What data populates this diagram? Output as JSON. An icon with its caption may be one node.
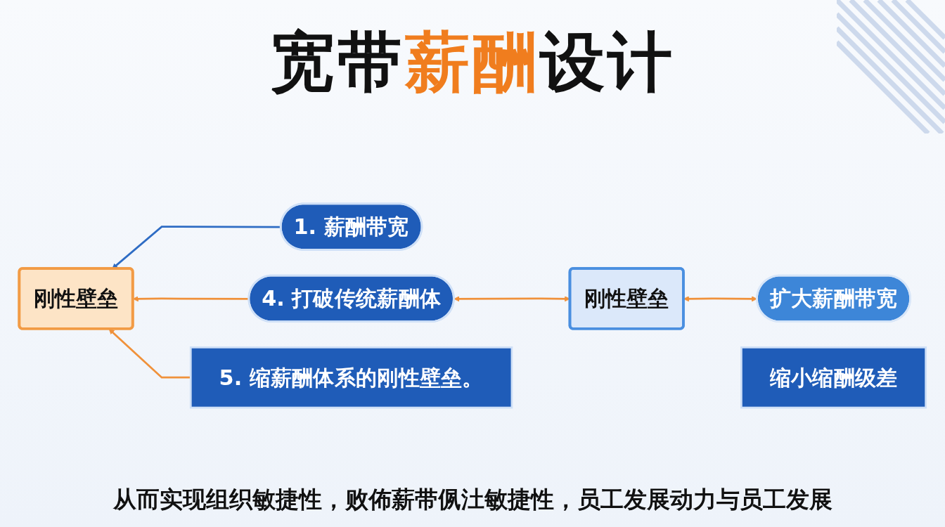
{
  "diagram": {
    "title": "宽带薪酬设计",
    "nodes": [
      {
        "text": [
          "扩大薪酬带宽"
        ]
      },
      {
        "text": [
          "刚性壁垒"
        ]
      },
      {
        "text": [
          "1. 薪酬带宽"
        ]
      },
      {
        "text": [
          "缩小缩酬级差"
        ]
      },
      {
        "text": [
          "4. 打破传统薪酬体"
        ]
      },
      {
        "text": [
          "刚性壁垒"
        ]
      },
      {
        "text": [
          "5. 缩薪酬体系的刚性壁垒。"
        ]
      }
    ],
    "edges": [
      {
        "from": 0,
        "to": 1,
        "arrow": "both"
      },
      {
        "from": 1,
        "to": 4,
        "arrow": "both"
      },
      {
        "from": 2,
        "to": 5,
        "arrow": "to",
        "color": "#2e6cc4"
      },
      {
        "from": 4,
        "to": 5,
        "arrow": "to"
      },
      {
        "from": 6,
        "to": 5,
        "arrow": "to"
      }
    ],
    "labels": [
      "从而实现组织敏捷性，败佈薪带㑉汢敏捷性，员工发展动力与员工发展"
    ]
  }
}
